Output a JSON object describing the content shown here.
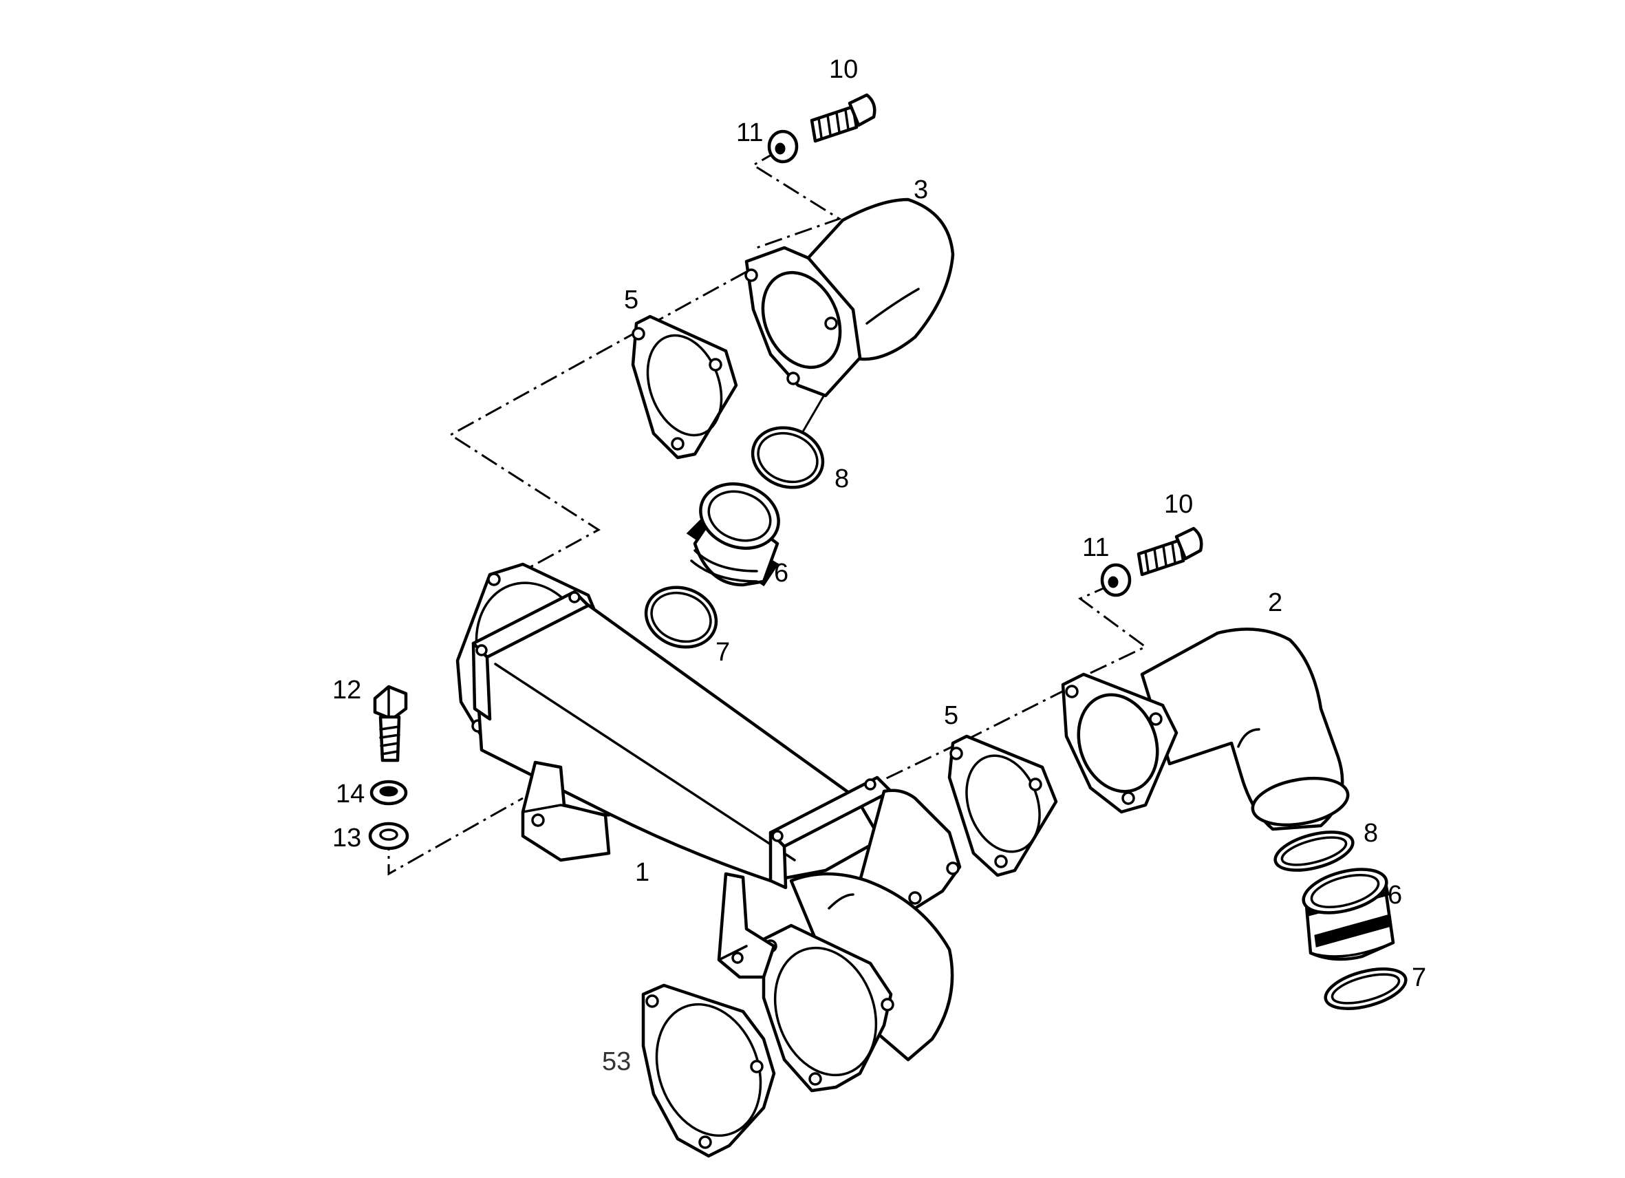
{
  "callouts": {
    "p10_top": "10",
    "p11_top": "11",
    "p3": "3",
    "p5_top": "5",
    "p8_top": "8",
    "p6_top": "6",
    "p7_top": "7",
    "p10_right": "10",
    "p11_right": "11",
    "p2": "2",
    "p5_right": "5",
    "p12": "12",
    "p14": "14",
    "p13": "13",
    "p1": "1",
    "p8_right": "8",
    "p6_right": "6",
    "p7_right": "7",
    "p53": "53"
  }
}
